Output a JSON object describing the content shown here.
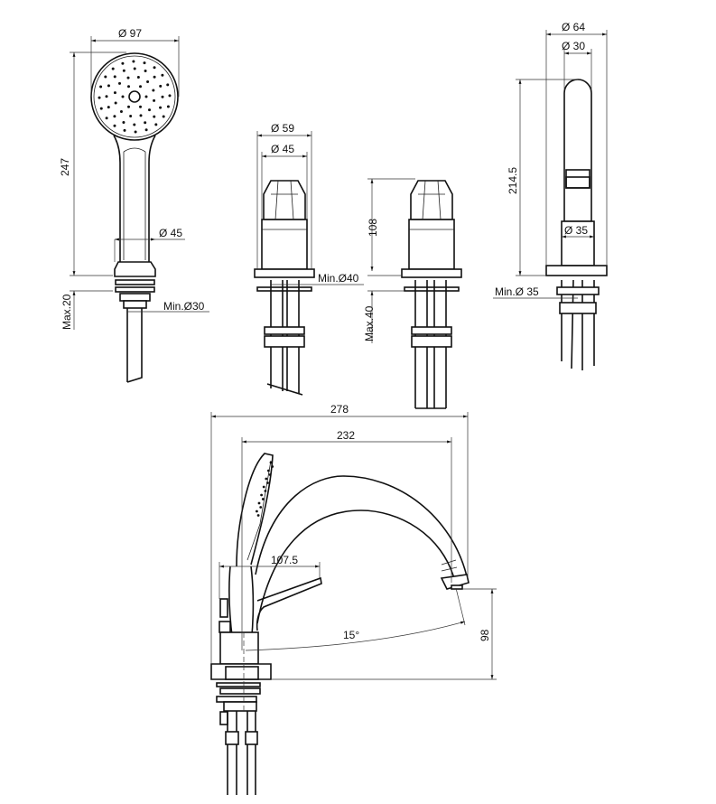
{
  "hand_shower": {
    "head_diameter": "Ø 97",
    "height": "247",
    "collar_diameter": "Ø 45",
    "max_deck": "Max.20",
    "min_hole": "Min.Ø30"
  },
  "valve_left": {
    "flange_diameter": "Ø 59",
    "handle_diameter": "Ø 45",
    "min_hole": "Min.Ø40"
  },
  "valve_right": {
    "height": "108",
    "max_deck": "Max.40"
  },
  "spout": {
    "flange_diameter": "Ø 64",
    "tube_diameter": "Ø 30",
    "height": "214.5",
    "base_diameter": "Ø 35",
    "min_hole": "Min.Ø 35"
  },
  "side_view": {
    "overall_width": "278",
    "spout_reach": "232",
    "lever_reach": "107.5",
    "angle": "15°",
    "outlet_height": "98"
  }
}
